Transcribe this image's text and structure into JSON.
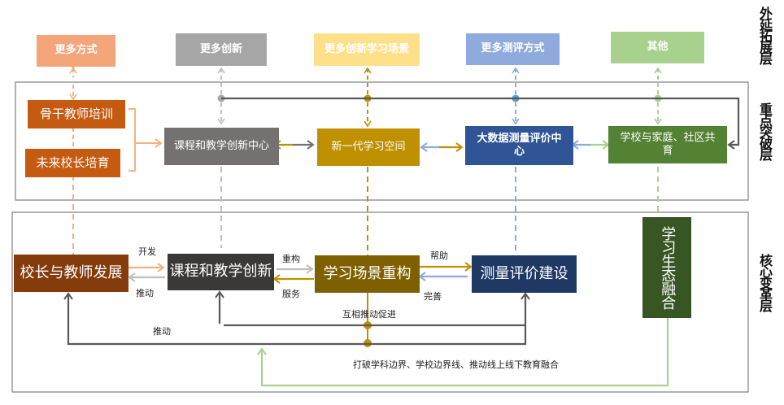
{
  "layers": {
    "outer": "外延拓展层",
    "key": "重点突破层",
    "core": "核心变革层"
  },
  "top_boxes": [
    {
      "label": "更多方式",
      "color": "#F4A57A"
    },
    {
      "label": "更多创新",
      "color": "#A6A6A6"
    },
    {
      "label": "更多创新学习场景",
      "color": "#FFE08A"
    },
    {
      "label": "更多测评方式",
      "color": "#8FAADC"
    },
    {
      "label": "其他",
      "color": "#A9D18E"
    }
  ],
  "middle_boxes": {
    "backbone_training": {
      "label": "骨干教师培训",
      "color": "#C55A11"
    },
    "principal_training": {
      "label": "未来校长培育",
      "color": "#C55A11"
    },
    "curriculum_center": {
      "label": "课程和教学创新中心",
      "color": "#767171"
    },
    "learning_space": {
      "label": "新一代学习空间",
      "color": "#BF9000"
    },
    "bigdata_center": {
      "label": "大数据测量评价中心",
      "color": "#2F5597"
    },
    "home_school": {
      "label": "学校与家庭、社区共育",
      "color": "#548235"
    }
  },
  "core_boxes": {
    "teacher_dev": {
      "label": "校长与教师发展",
      "color": "#843C0C"
    },
    "curriculum": {
      "label": "课程和教学创新",
      "color": "#3B3838"
    },
    "scene": {
      "label": "学习场景重构",
      "color": "#7F6000"
    },
    "evaluation": {
      "label": "测量评价建设",
      "color": "#1F3864"
    },
    "ecology": {
      "label": "学习生态融合",
      "color": "#375623"
    }
  },
  "edge_labels": {
    "develop": "开发",
    "promote1": "推动",
    "restructure": "重构",
    "serve": "服务",
    "help": "帮助",
    "improve": "完善",
    "mutual": "互相推动促进",
    "promote2": "推动",
    "break": "打破学科边界、学校边界线、推动线上线下教育融合"
  },
  "colors": {
    "frame": "#7F7F7F",
    "dark_line": "#595959",
    "orange_line": "#F4B183",
    "gray_line": "#BFBFBF",
    "gold_line": "#BF9000",
    "blue_line": "#8FAADC",
    "green_line": "#A9D18E"
  }
}
